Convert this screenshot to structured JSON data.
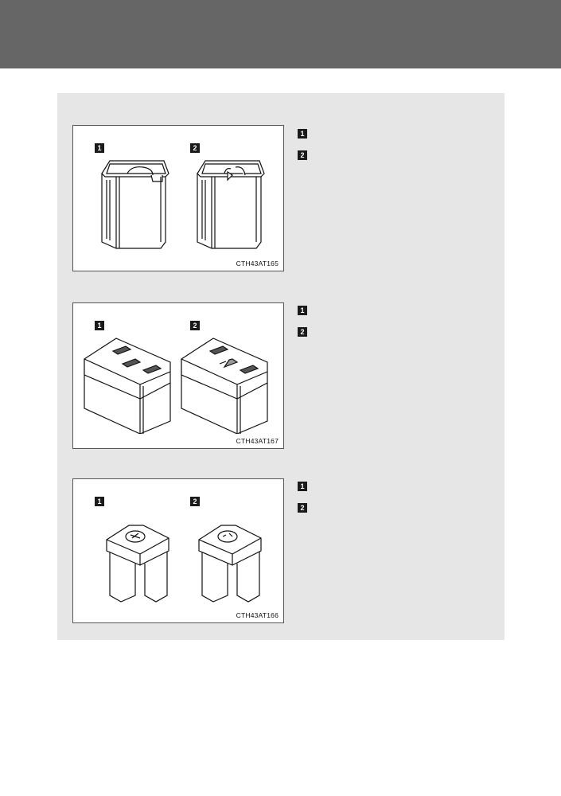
{
  "sections": [
    {
      "figure_code": "CTH43AT165",
      "markers": [
        "1",
        "2"
      ],
      "list": [
        "1",
        "2"
      ]
    },
    {
      "figure_code": "CTH43AT167",
      "markers": [
        "1",
        "2"
      ],
      "list": [
        "1",
        "2"
      ]
    },
    {
      "figure_code": "CTH43AT166",
      "markers": [
        "1",
        "2"
      ],
      "list": [
        "1",
        "2"
      ]
    }
  ],
  "colors": {
    "header": "#666666",
    "panel": "#e6e6e6",
    "badge": "#1a1a1a"
  }
}
